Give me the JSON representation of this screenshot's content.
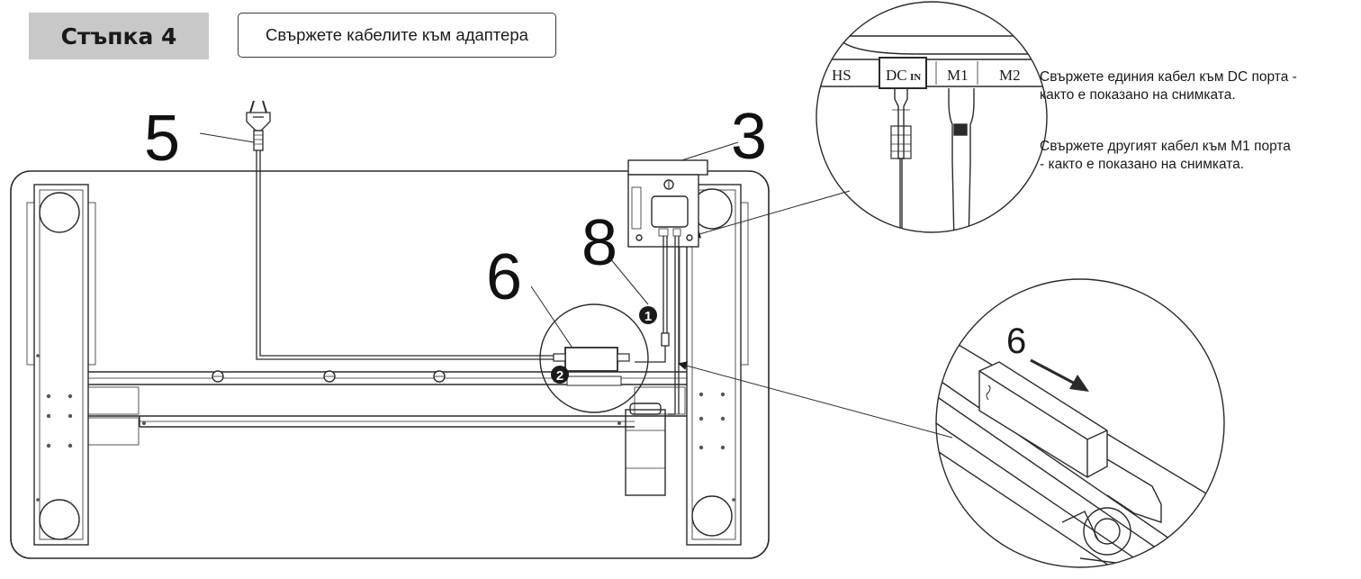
{
  "header": {
    "step_label": "Стъпка 4",
    "title": "Свържете кабелите към адаптера"
  },
  "callouts": {
    "power_cord": "5",
    "control_box": "3",
    "cable": "8",
    "adapter": "6",
    "zoom_adapter": "6"
  },
  "markers": {
    "marker_1": "1",
    "marker_2": "2"
  },
  "ports": {
    "hs": "HS",
    "dc": "DC",
    "dc_suffix": "IN",
    "m1": "M1",
    "m2": "M2"
  },
  "instructions": {
    "dc_line1": "Свържете единия кабел към DC порта -",
    "dc_line2": "както е показано на снимката.",
    "m1_line1": "Свържете другият кабел към M1 порта",
    "m1_line2": "- както е показано на снимката."
  },
  "colors": {
    "line": "#2a2a2a",
    "badge_bg": "#c8c8c8",
    "marker_fill": "#1a1a1a"
  }
}
